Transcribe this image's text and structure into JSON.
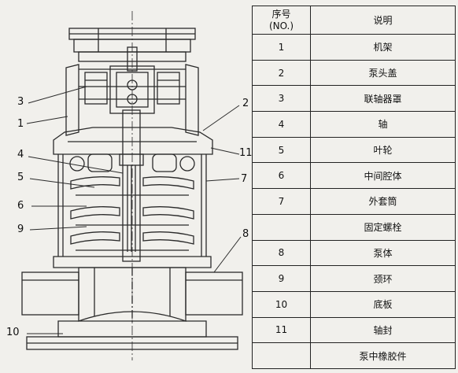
{
  "table": {
    "header_no_line1": "序号",
    "header_no_line2": "(NO.)",
    "header_desc": "说明",
    "rows": [
      {
        "no": "1",
        "desc": "机架"
      },
      {
        "no": "2",
        "desc": "泵头盖"
      },
      {
        "no": "3",
        "desc": "联轴器罩"
      },
      {
        "no": "4",
        "desc": "轴"
      },
      {
        "no": "5",
        "desc": "叶轮"
      },
      {
        "no": "6",
        "desc": "中间腔体"
      },
      {
        "no": "7",
        "desc": "外套筒"
      },
      {
        "no": "",
        "desc": "固定螺栓"
      },
      {
        "no": "8",
        "desc": "泵体"
      },
      {
        "no": "9",
        "desc": "颈环"
      },
      {
        "no": "10",
        "desc": "底板"
      },
      {
        "no": "11",
        "desc": "轴封"
      },
      {
        "no": "",
        "desc": "泵中橡胶件"
      }
    ]
  },
  "callouts": {
    "c1": "1",
    "c2": "2",
    "c3": "3",
    "c4": "4",
    "c5": "5",
    "c6": "6",
    "c7": "7",
    "c8": "8",
    "c9": "9",
    "c10": "10",
    "c11": "11"
  }
}
